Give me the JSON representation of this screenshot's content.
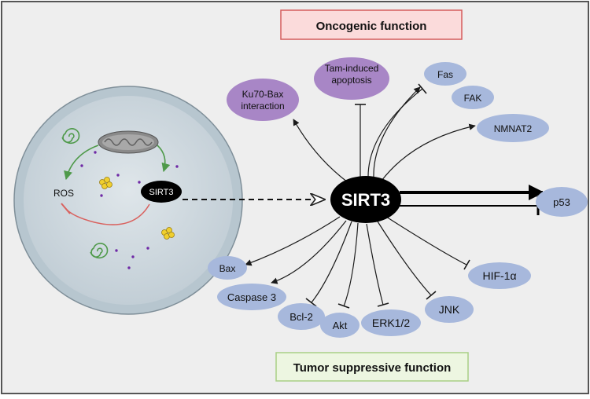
{
  "header": {
    "oncogenic": "Oncogenic function"
  },
  "footer": {
    "tumor_suppressive": "Tumor suppressive function"
  },
  "cell": {
    "ros": "ROS",
    "sirt3": "SIRT3"
  },
  "hub": {
    "label": "SIRT3"
  },
  "targets": {
    "ku70_line1": "Ku70-Bax",
    "ku70_line2": "interaction",
    "tam_line1": "Tam-induced",
    "tam_line2": "apoptosis",
    "fas": "Fas",
    "fak": "FAK",
    "nmnat2": "NMNAT2",
    "p53": "p53",
    "hif1a": "HIF-1α",
    "jnk": "JNK",
    "erk": "ERK1/2",
    "akt": "Akt",
    "bcl2": "Bcl-2",
    "casp3": "Caspase 3",
    "bax": "Bax"
  },
  "colors": {
    "background": "#eeeeee",
    "node_blue": "#a7b8dc",
    "node_purple": "#a886c6",
    "hub": "#000000",
    "onco_box_fill": "#fbdbdb",
    "onco_box_border": "#d55c5c",
    "tumor_box_fill": "#edf6e1",
    "tumor_box_border": "#a9cf85"
  }
}
